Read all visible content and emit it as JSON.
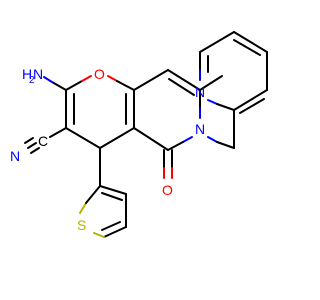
{
  "molecule": {
    "atom_labels": {
      "nh2": "H",
      "nh2_n": "N",
      "nh2_sub": "2",
      "ring_o": "O",
      "carbonyl_o": "O",
      "ring_n": "N",
      "pyridine_n": "N",
      "nitrile_n": "N",
      "nitrile_c": "C",
      "thiophene_s": "S"
    },
    "colors": {
      "carbon": "#000000",
      "nitrogen": "#0000ff",
      "oxygen": "#ff0000",
      "sulfur": "#b3b300"
    }
  }
}
